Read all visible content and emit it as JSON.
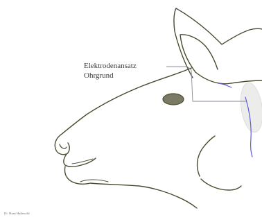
{
  "annotation": {
    "line1": "Elektrodenansatz",
    "line2": "Ohrgrund"
  },
  "credit": "Dr. Hans Hathwold",
  "colors": {
    "outline": "#4a4a30",
    "eye_fill": "#7a7a66",
    "leader": "#8a8a9a",
    "electrode": "#5a5ae0",
    "electrode_pad": "#ececea"
  }
}
